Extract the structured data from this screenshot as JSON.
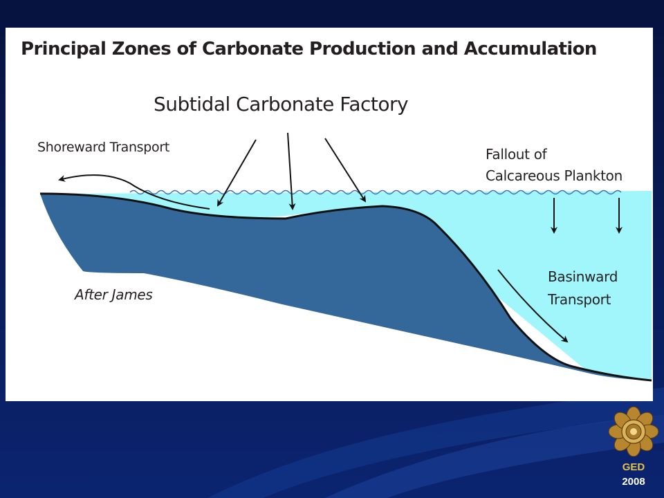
{
  "slide": {
    "title": "Principal Zones of Carbonate Production and Accumulation",
    "factory_label": "Subtidal  Carbonate Factory",
    "shoreward_label": "Shoreward Transport",
    "fallout_line1": "Fallout of",
    "fallout_line2": "Calcareous Plankton",
    "basinward_line1": "Basinward",
    "basinward_line2": "Transport",
    "credit": "After James"
  },
  "badge": {
    "text": "GED",
    "year": "2008"
  },
  "colors": {
    "slide_background": "#0a1c5a",
    "water": "#a1f6fc",
    "seabed": "#35689a",
    "text": "#231f20",
    "badge_text": "#e3c24c"
  },
  "icons": {
    "logo": "university-seal-icon"
  }
}
